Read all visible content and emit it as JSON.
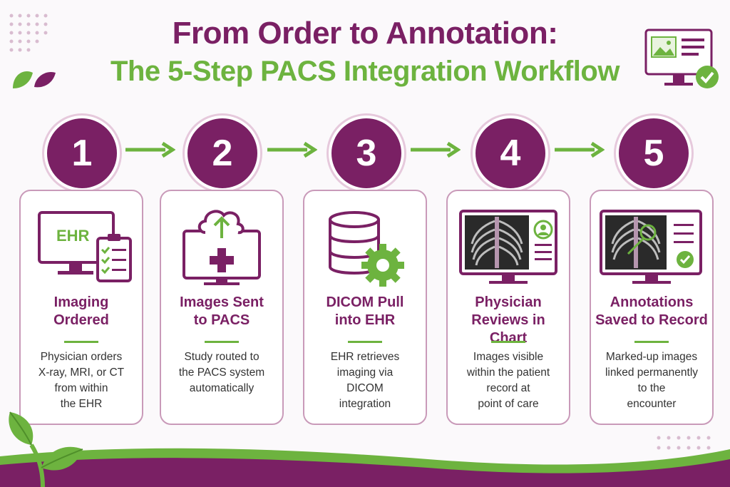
{
  "title_line1": "From Order to Annotation:",
  "title_line2": "The 5-Step PACS Integration Workflow",
  "colors": {
    "primary": "#7a2064",
    "accent": "#6db33f",
    "border": "#c99ab9"
  },
  "steps": [
    {
      "number": "1",
      "title_a": "Imaging",
      "title_b": "Ordered",
      "icon": "ehr-monitor-clipboard-icon",
      "icon_label": "EHR",
      "desc": [
        "Physician orders",
        "X-ray, MRI, or CT",
        "from within",
        "the EHR"
      ]
    },
    {
      "number": "2",
      "title_a": "Images Sent",
      "title_b": "to PACS",
      "icon": "cloud-upload-monitor-icon",
      "desc": [
        "Study routed to",
        "the PACS system",
        "automatically"
      ]
    },
    {
      "number": "3",
      "title_a": "DICOM Pull",
      "title_b": "into EHR",
      "icon": "database-gear-icon",
      "desc": [
        "EHR retrieves",
        "imaging via",
        "DICOM",
        "integration"
      ]
    },
    {
      "number": "4",
      "title_a": "Physician",
      "title_b": "Reviews in Chart",
      "icon": "xray-chart-monitor-icon",
      "desc": [
        "Images visible",
        "within the patient",
        "record at",
        "point of care"
      ]
    },
    {
      "number": "5",
      "title_a": "Annotations",
      "title_b": "Saved to Record",
      "icon": "annotated-xray-monitor-icon",
      "desc": [
        "Marked-up images",
        "linked permanently",
        "to the",
        "encounter"
      ]
    }
  ]
}
